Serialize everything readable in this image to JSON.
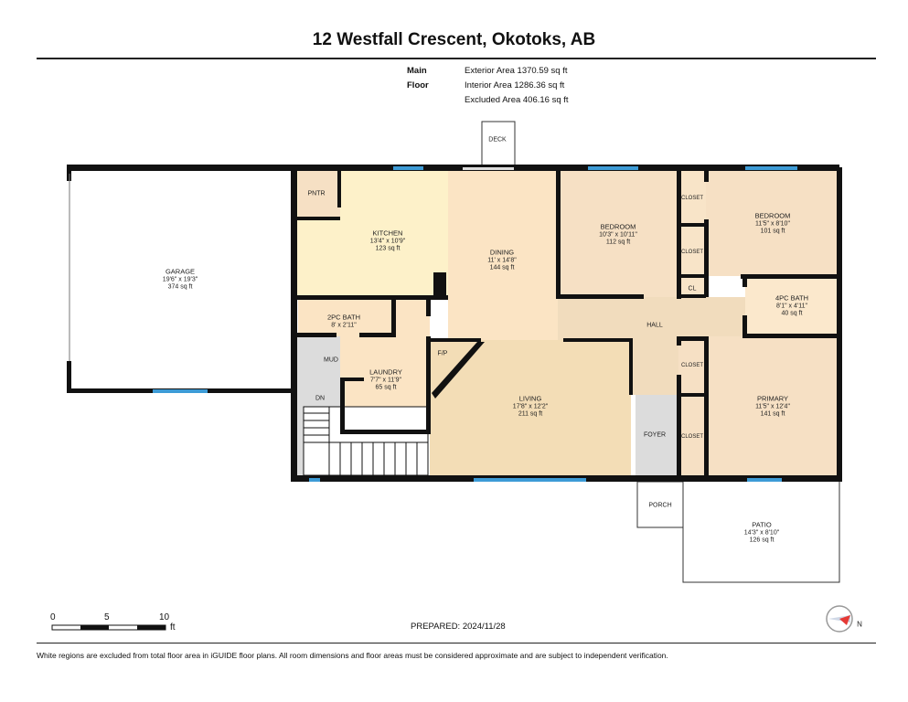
{
  "title": "12 Westfall Crescent, Okotoks, AB",
  "floor": {
    "name": "Main Floor",
    "exterior_area": "Exterior Area 1370.59 sq ft",
    "interior_area": "Interior Area 1286.36 sq ft",
    "excluded_area": "Excluded Area 406.16 sq ft"
  },
  "rooms": [
    {
      "name": "GARAGE",
      "dims": "19'6\" x 19'3\"",
      "area": "374 sq ft"
    },
    {
      "name": "KITCHEN",
      "dims": "13'4\" x 10'9\"",
      "area": "123 sq ft"
    },
    {
      "name": "DINING",
      "dims": "11' x 14'8\"",
      "area": "144 sq ft"
    },
    {
      "name": "BEDROOM",
      "dims": "10'3\" x 10'11\"",
      "area": "112 sq ft"
    },
    {
      "name": "BEDROOM",
      "dims": "11'5\" x 8'10\"",
      "area": "101 sq ft"
    },
    {
      "name": "4PC BATH",
      "dims": "8'1\" x 4'11\"",
      "area": "40 sq ft"
    },
    {
      "name": "2PC BATH",
      "dims": "8' x 2'11\"",
      "area": ""
    },
    {
      "name": "LAUNDRY",
      "dims": "7'7\" x 11'9\"",
      "area": "65 sq ft"
    },
    {
      "name": "LIVING",
      "dims": "17'8\" x 12'2\"",
      "area": "211 sq ft"
    },
    {
      "name": "PRIMARY",
      "dims": "11'5\" x 12'4\"",
      "area": "141 sq ft"
    },
    {
      "name": "PATIO",
      "dims": "14'3\" x 8'10\"",
      "area": "126 sq ft"
    }
  ],
  "labels": {
    "deck": "DECK",
    "pntr": "PNTR",
    "mud": "MUD",
    "dn": "DN",
    "fp": "F/P",
    "hall": "HALL",
    "foyer": "FOYER",
    "porch": "PORCH",
    "cl": "CL",
    "closet": "CLOSET"
  },
  "scale": {
    "ticks": [
      "0",
      "5",
      "10"
    ],
    "unit": "ft"
  },
  "compass": {
    "label": "N"
  },
  "prepared": "PREPARED: 2024/11/28",
  "footer": "White regions are excluded from total floor area in iGUIDE floor plans. All room dimensions and floor areas must be considered approximate and are subject to independent verification.",
  "colors": {
    "wall": "#111111",
    "window": "#3d9bd6",
    "kitchen": "#fdf1c9",
    "room": "#f6e0c4",
    "hall": "#f1dcbd",
    "gray": "#dcdcdc"
  }
}
